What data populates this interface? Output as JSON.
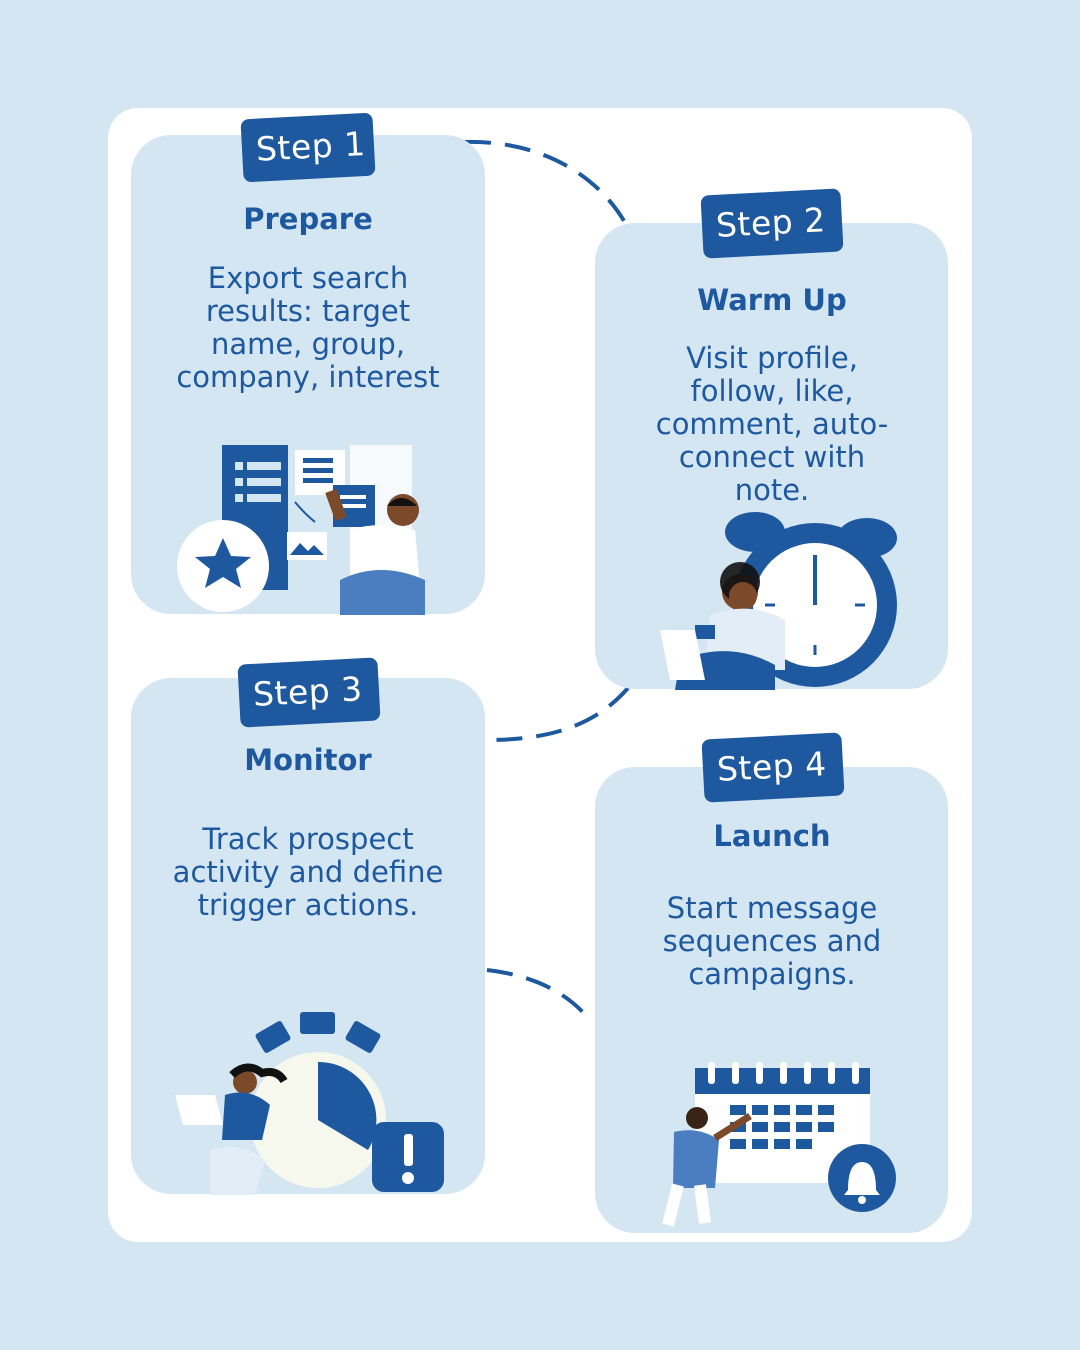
{
  "steps": [
    {
      "badge": "Step 1",
      "title": "Prepare",
      "lines": [
        "Export search",
        "results: target",
        "name, group,",
        "company, interest"
      ],
      "illustration": "documents-star-icon"
    },
    {
      "badge": "Step 2",
      "title": "Warm Up",
      "lines": [
        "Visit profile,",
        "follow, like,",
        "comment, auto-",
        "connect with",
        "note."
      ],
      "illustration": "alarm-clock-icon"
    },
    {
      "badge": "Step 3",
      "title": "Monitor",
      "lines": [
        "Track prospect",
        "activity and define",
        "trigger actions."
      ],
      "illustration": "stopwatch-alert-icon"
    },
    {
      "badge": "Step 4",
      "title": "Launch",
      "lines": [
        "Start message",
        "sequences and",
        "campaigns."
      ],
      "illustration": "calendar-bell-icon"
    }
  ],
  "colors": {
    "background": "#d4e6f2",
    "panel": "#ffffff",
    "accent": "#1e59a0"
  }
}
